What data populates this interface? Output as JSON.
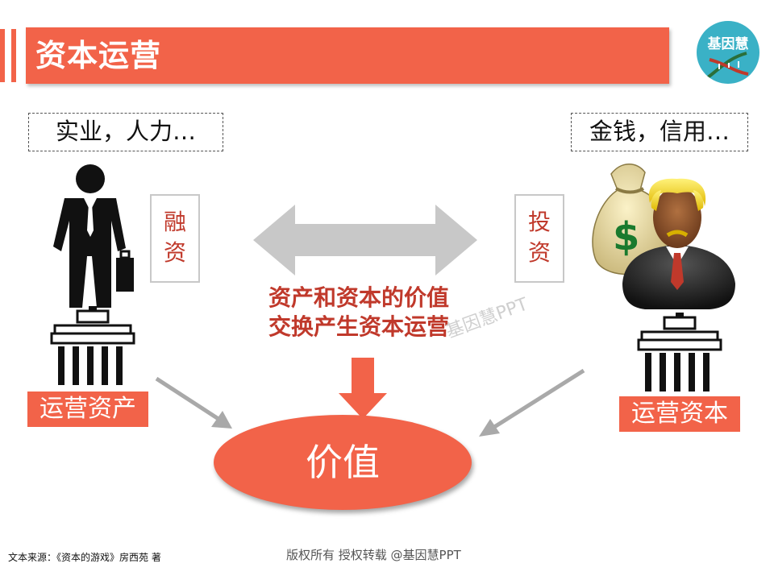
{
  "header": {
    "title": "资本运营",
    "logo_text": "基因慧"
  },
  "left": {
    "dashed_label": "实业，人力…",
    "vertical_label": "融资",
    "bottom_label": "运营资产"
  },
  "right": {
    "dashed_label": "金钱，信用…",
    "vertical_label": "投资",
    "bottom_label": "运营资本"
  },
  "center": {
    "text_line1": "资产和资本的价值",
    "text_line2": "交换产生资本运营",
    "result": "价值"
  },
  "footer": {
    "source": "文本来源：《资本的游戏》房西苑 著",
    "copyright": "版权所有  授权转载  @基因慧PPT"
  },
  "watermark": "基因慧PPT",
  "colors": {
    "accent": "#f26349",
    "dark_red": "#c0392b",
    "logo_bg": "#3ab1c6",
    "arrow_gray": "#c8c8c8"
  },
  "icons": [
    "businessman-icon",
    "investor-icon",
    "money-bag-icon",
    "dollar-sign-icon",
    "building-icon",
    "dna-icon"
  ]
}
